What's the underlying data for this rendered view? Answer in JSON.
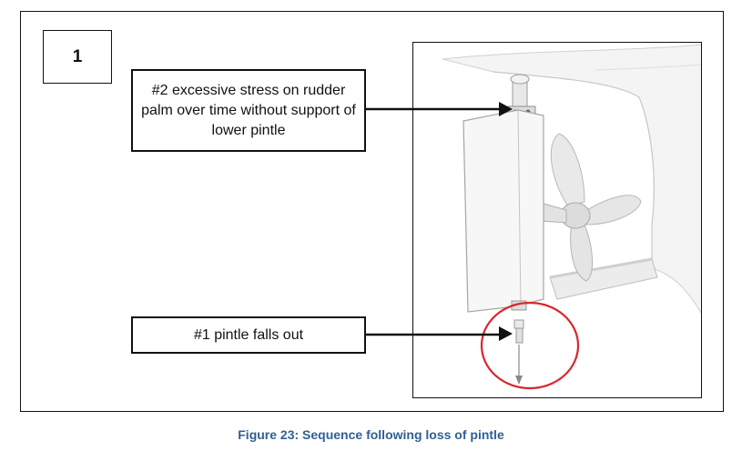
{
  "step_number": "1",
  "callouts": {
    "stress": "#2 excessive stress on rudder palm over time without support of lower pintle",
    "pintle": "#1 pintle falls out"
  },
  "caption": "Figure 23: Sequence following loss of pintle",
  "colors": {
    "caption": "#2f5f93",
    "highlight_circle": "#d9262c",
    "border": "#111111"
  },
  "illustration": {
    "subject": "stern of vessel with rudder and propeller, lower pintle dropping out",
    "icons": [
      "rudder-icon",
      "propeller-icon",
      "pintle-icon",
      "highlight-circle"
    ]
  }
}
